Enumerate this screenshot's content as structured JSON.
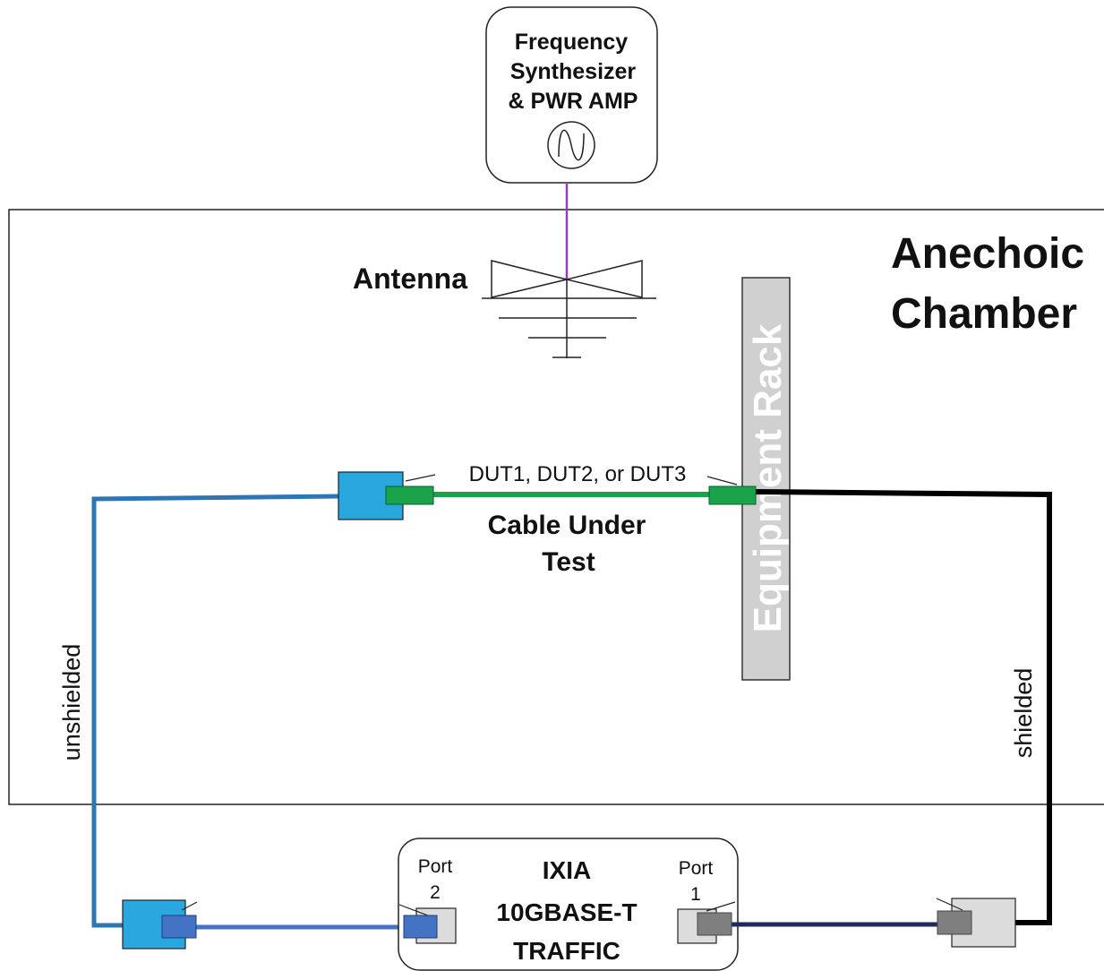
{
  "synth": {
    "line1": "Frequency",
    "line2": "Synthesizer",
    "line3": "& PWR AMP",
    "icon": "sine-wave-source-icon"
  },
  "antenna": {
    "label": "Antenna"
  },
  "chamber": {
    "line1": "Anechoic",
    "line2": "Chamber"
  },
  "rack": {
    "label": "Equipment Rack"
  },
  "dut": {
    "label": "DUT1, DUT2, or DUT3"
  },
  "cable_under_test": {
    "line1": "Cable Under",
    "line2": "Test"
  },
  "cables": {
    "unshielded": "unshielded",
    "shielded": "shielded"
  },
  "ixia": {
    "line1": "IXIA",
    "line2": "10GBASE-T",
    "line3": "TRAFFIC",
    "port2_label": "Port",
    "port2_num": "2",
    "port1_label": "Port",
    "port1_num": "1"
  },
  "colors": {
    "unshielded_cable": "#2e75b6",
    "cable_under_test": "#1aa34a",
    "shielded_cable": "#000000",
    "port2_cable": "#4472c4",
    "port1_cable": "#1f2a5a",
    "antenna_feed": "#8e44ad",
    "rack": "#d0d0d0"
  }
}
